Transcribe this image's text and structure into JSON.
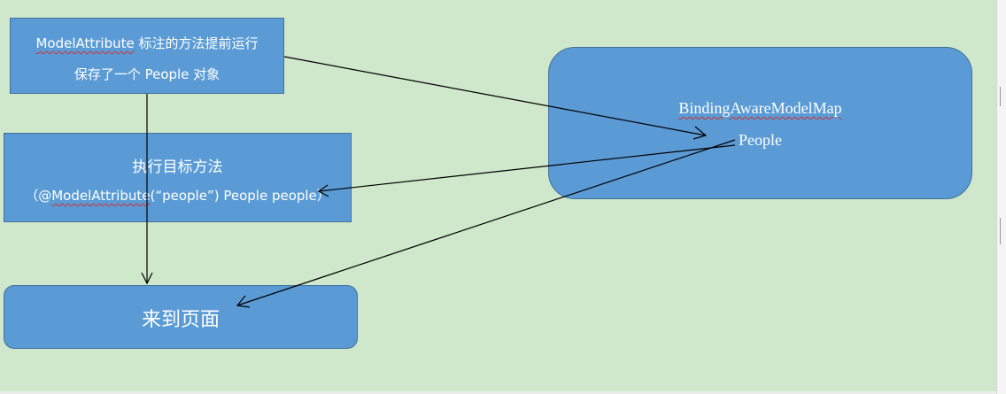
{
  "diagram": {
    "nodes": [
      {
        "id": "box-top",
        "line1_prefix": "ModelAttribute",
        "line1_rest": " 标注的方法提前运行",
        "line2": "保存了一个 People 对象"
      },
      {
        "id": "box-mid",
        "line1": "执行目标方法",
        "line2_open": "（@",
        "line2_squiggle": "ModelAttribute",
        "line2_rest": "(“people”) People people）"
      },
      {
        "id": "box-map",
        "line1": "BindingAwareModelMap",
        "line2": "People"
      },
      {
        "id": "box-bottom",
        "line1": "来到页面"
      }
    ],
    "edges": [
      {
        "from": "box-top",
        "to": "box-map"
      },
      {
        "from": "box-top",
        "to": "box-bottom"
      },
      {
        "from": "box-map",
        "to": "box-mid"
      },
      {
        "from": "box-map",
        "to": "box-bottom"
      }
    ]
  }
}
